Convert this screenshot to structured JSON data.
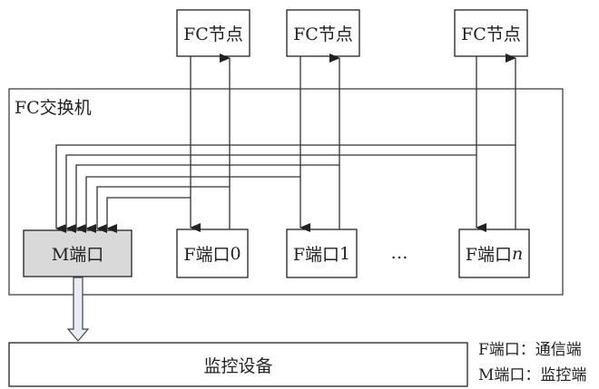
{
  "diagram": {
    "switch_label": "FC交换机",
    "nodes": [
      {
        "label": "FC节点"
      },
      {
        "label": "FC节点"
      },
      {
        "label": "FC节点"
      }
    ],
    "m_port": {
      "label": "M端口",
      "fill": "#d9d9d9"
    },
    "f_ports": [
      {
        "prefix": "F端口",
        "index": "0"
      },
      {
        "prefix": "F端口",
        "index": "1"
      },
      {
        "prefix": "F端口",
        "index": "n"
      }
    ],
    "ellipsis": "…",
    "monitor": {
      "label": "监控设备"
    },
    "monitor_arrow_fill": "#e6edf5",
    "legend": [
      {
        "text": "F端口：通信端"
      },
      {
        "text": "M端口：监控端"
      }
    ],
    "line_color": "#333333"
  }
}
